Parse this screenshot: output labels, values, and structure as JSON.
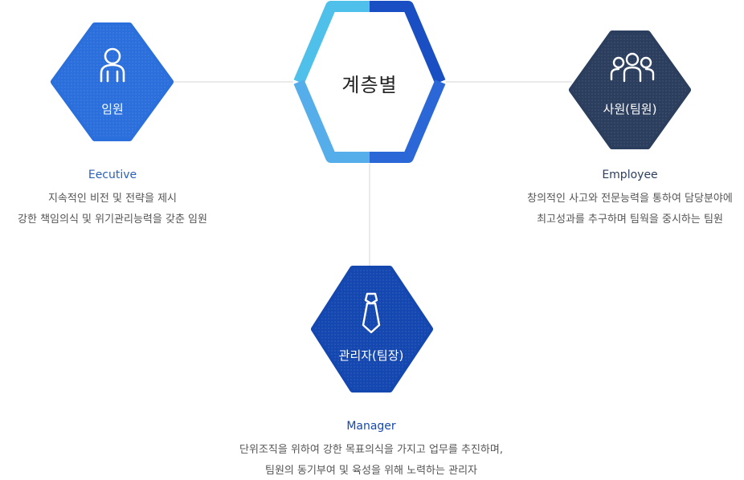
{
  "center": {
    "label": "계층별"
  },
  "executive": {
    "label": "임원",
    "title": "Eecutive",
    "desc": [
      "지속적인 비전 및 전략을 제시",
      "강한 책임의식 및 위기관리능력을 갖춘 임원"
    ],
    "icon": "person-icon"
  },
  "employee": {
    "label": "사원(팀원)",
    "title": "Employee",
    "desc": [
      "창의적인 사고와 전문능력을 통하여 담당분야에",
      "최고성과를 추구하며 팀웍을 중시하는 팀원"
    ],
    "icon": "group-icon"
  },
  "manager": {
    "label": "관리자(팀장)",
    "title": "Manager",
    "desc": [
      "단위조직을 위하여 강한 목표의식을 가지고 업무를 추진하며,",
      "팀원의 동기부여 및 육성을 위해 노력하는 관리자"
    ],
    "icon": "necktie-icon"
  },
  "colors": {
    "executive": "#2b6fdc",
    "employee": "#2c3e5e",
    "manager": "#1448b0",
    "center_light": "#4ec0ea",
    "center_mid": "#55aeea",
    "center_dark": "#1a4fc4",
    "center_blue": "#2b67d6",
    "connector": "#d6d6d6",
    "title_blue": "#2b5fb8",
    "title_dark": "#2c3e5e"
  }
}
